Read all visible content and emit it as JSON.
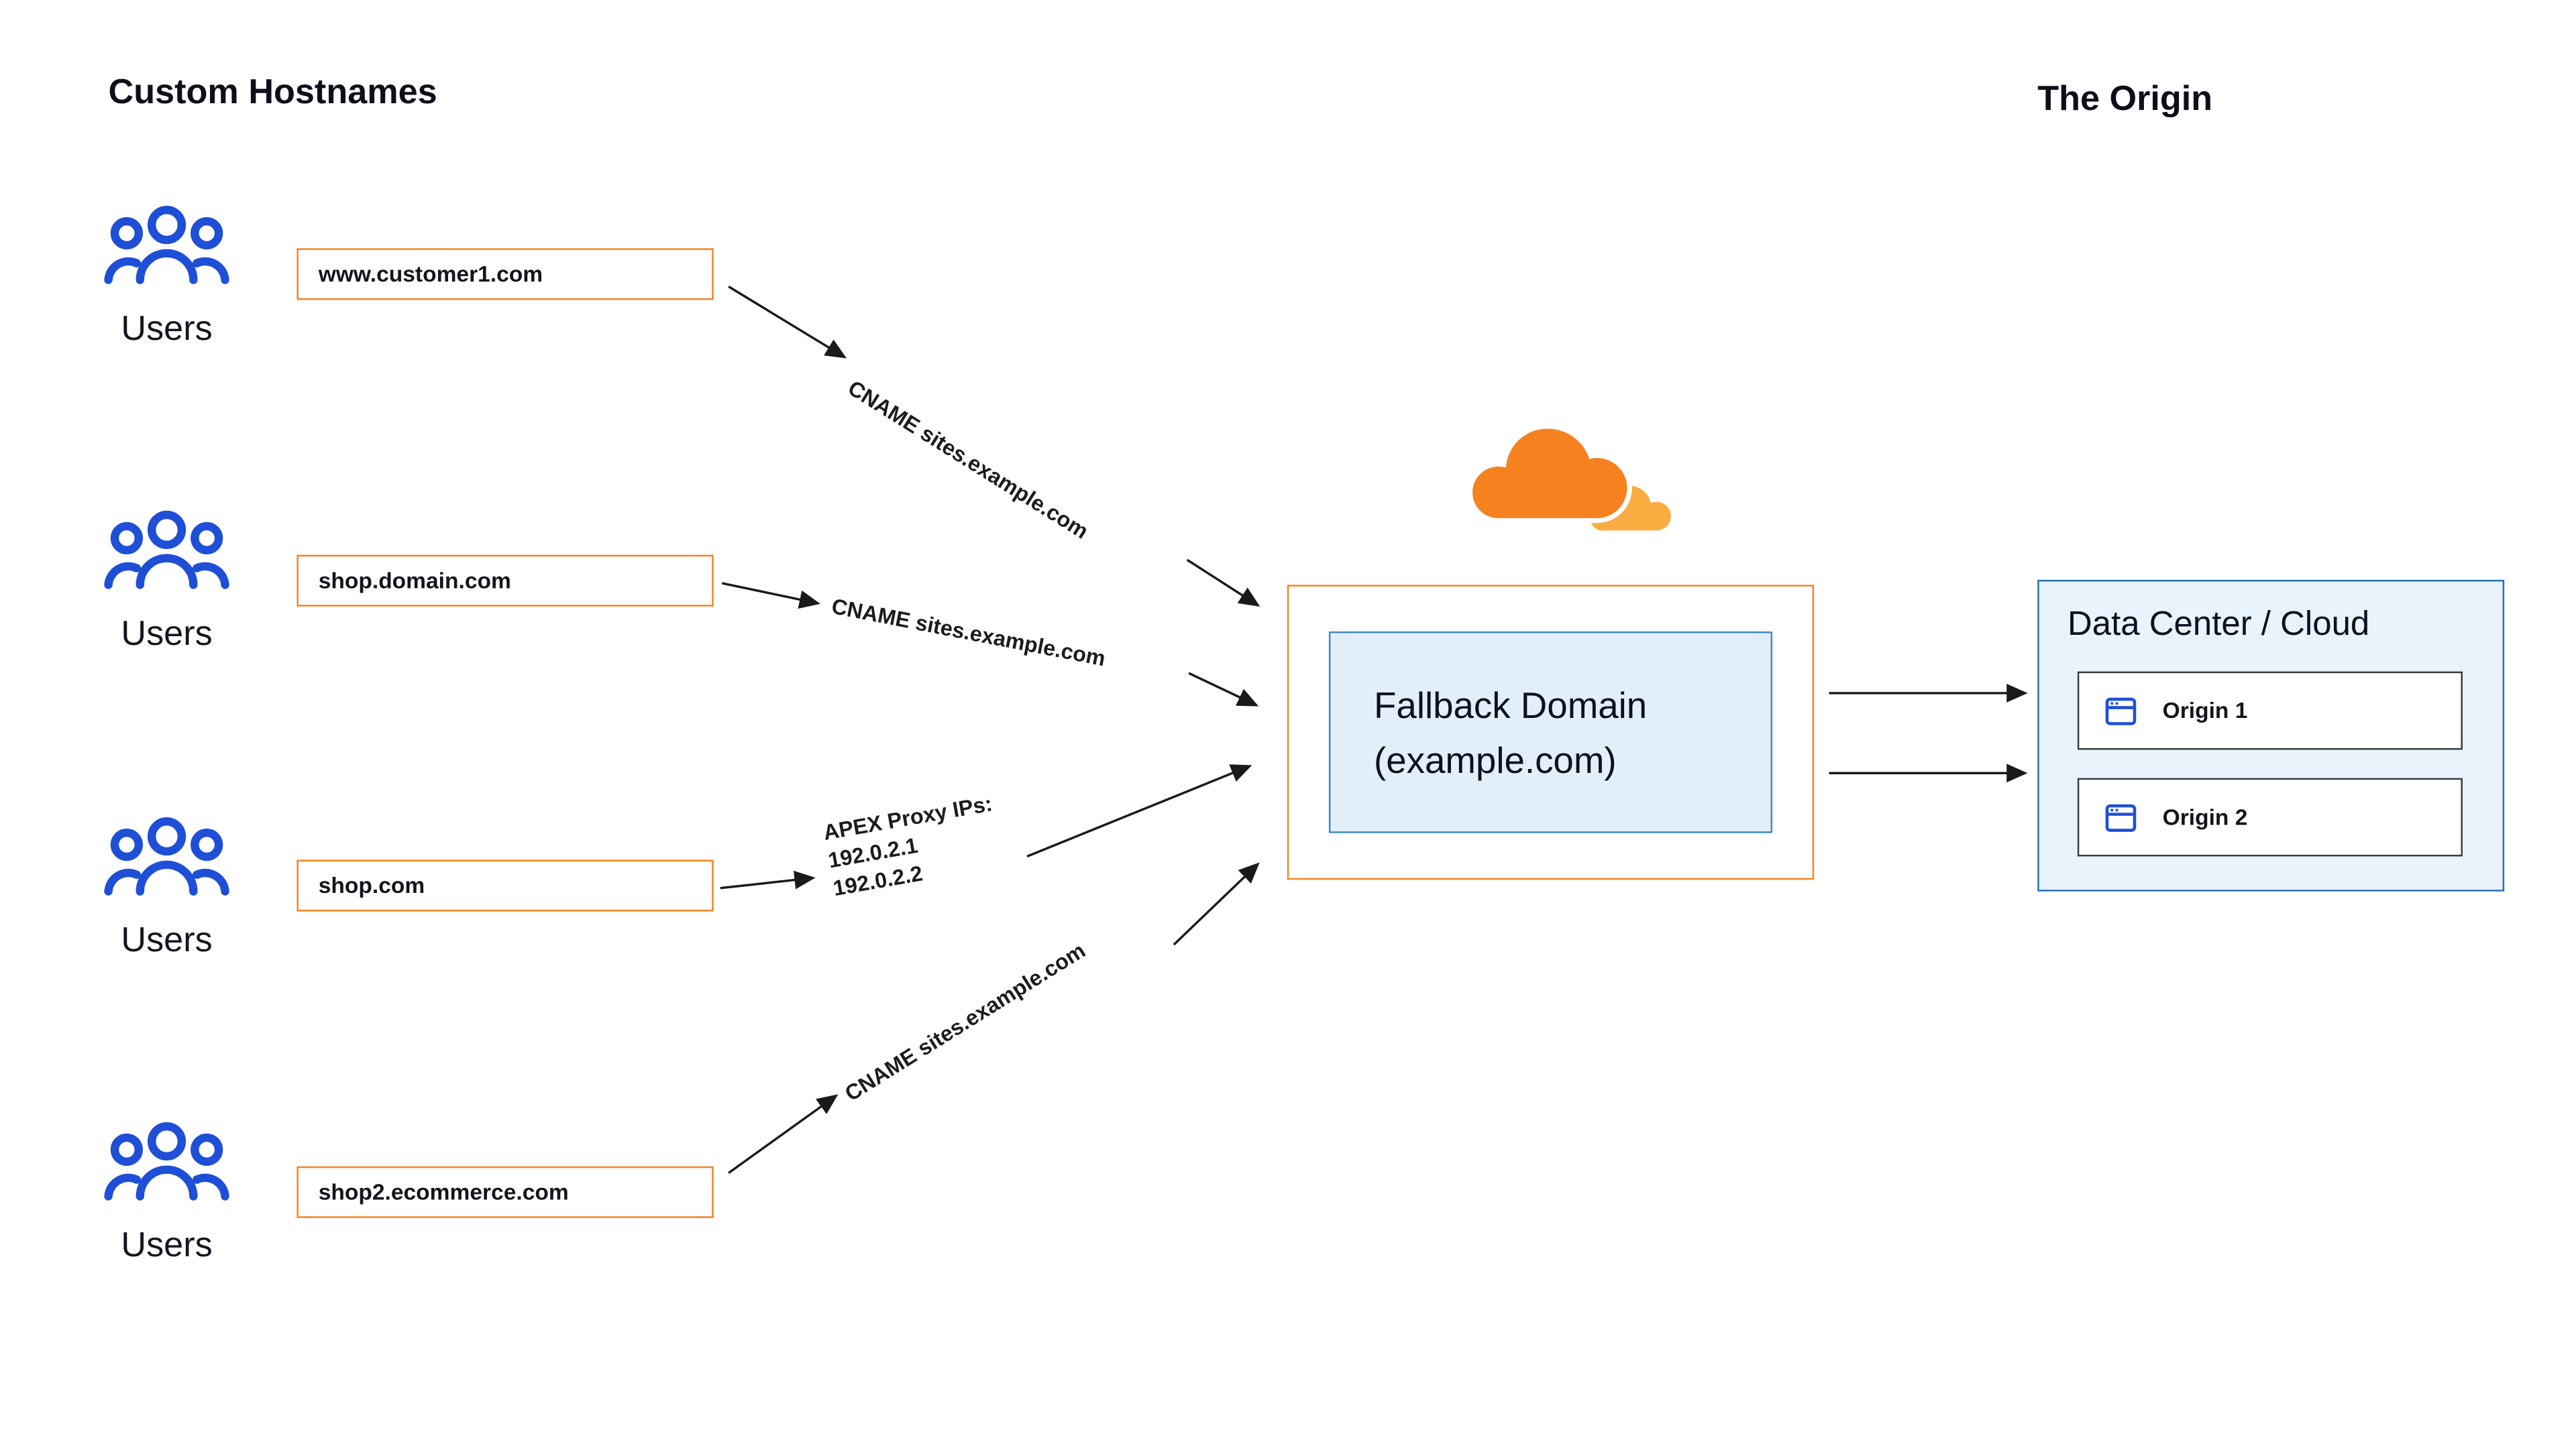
{
  "diagram": {
    "left_title": "Custom Hostnames",
    "right_title": "The Origin",
    "users_label": "Users",
    "hostnames": [
      {
        "domain": "www.customer1.com",
        "route_label": "CNAME sites.example.com"
      },
      {
        "domain": "shop.domain.com",
        "route_label": "CNAME sites.example.com"
      },
      {
        "domain": "shop.com",
        "route_label": "APEX Proxy IPs:",
        "route_ip1": "192.0.2.1",
        "route_ip2": "192.0.2.2"
      },
      {
        "domain": "shop2.ecommerce.com",
        "route_label": "CNAME sites.example.com"
      }
    ],
    "fallback": {
      "line1": "Fallback Domain",
      "line2": "(example.com)"
    },
    "origin": {
      "title": "Data Center / Cloud",
      "items": [
        {
          "label": "Origin 1"
        },
        {
          "label": "Origin 2"
        }
      ]
    },
    "icons": {
      "users": "users-group-icon",
      "origin_item": "browser-window-icon",
      "center_logo": "cloudflare-cloud-logo"
    }
  },
  "colors": {
    "orange": "#F6821F",
    "orange_light": "#FBAD41",
    "blue_icon": "#1E4FD6",
    "blue_border": "#3E8BC4",
    "blue_border2": "#2470B3",
    "lightblue_fill": "#E8F3FB",
    "fallback_fill": "#E2EFF8",
    "arrow": "#1A1A1A",
    "text": "#101322"
  }
}
